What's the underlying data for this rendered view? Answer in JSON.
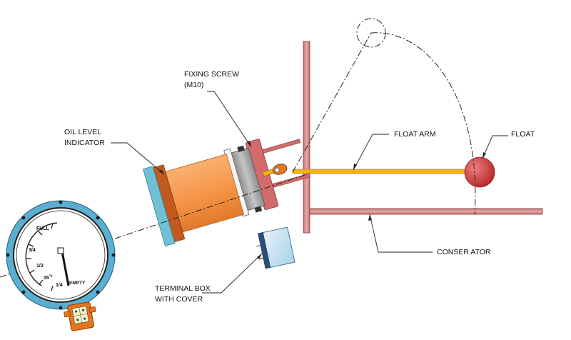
{
  "labels": {
    "fixing_screw_line1": "FIXING  SCREW",
    "fixing_screw_line2": "(M10)",
    "oil_level_line1": "OIL LEVEL",
    "oil_level_line2": "INDICATOR",
    "float_arm": "FLOAT ARM",
    "float": "FLOAT",
    "conservator": "CONSER ATOR",
    "terminal_box_line1": "TERMINAL BOX",
    "terminal_box_line2": "WITH COVER"
  },
  "gauge": {
    "full": "FULL",
    "three_quarter": "3/4",
    "half": "1/2",
    "temperature_main": "35",
    "temperature_unit": "°c",
    "quarter": "1/4",
    "empty": "EMPTY"
  },
  "colors": {
    "housing_orange": "#f6974a",
    "housing_dark": "#c25a1d",
    "glass_blue": "#6fbfd6",
    "flange_red": "#d36b6b",
    "plate_grey": "#a6a6a6",
    "rod_yellow": "#f4b315",
    "float_red": "#cc3333",
    "bezel_blue": "#5aaed0",
    "terminal_blue": "#b9dcee",
    "connector_orange": "#e8751a",
    "wall_pink": "#d98f8f"
  }
}
